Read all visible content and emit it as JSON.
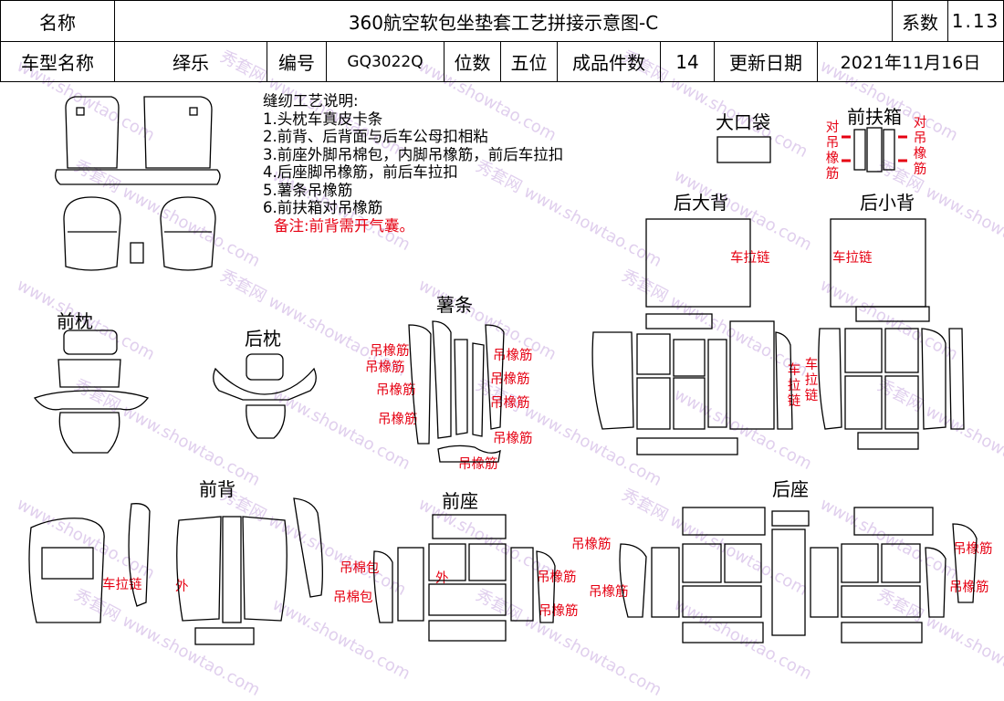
{
  "header": {
    "row1": {
      "name_label": "名称",
      "title": "360航空软包坐垫套工艺拼接示意图-C",
      "coef_label": "系数",
      "coef_value": "1.13"
    },
    "row2": {
      "model_label": "车型名称",
      "model_value": "绎乐",
      "code_label": "编号",
      "code_value": "GQ3022Q",
      "seats_label": "位数",
      "seats_value": "五位",
      "pieces_label": "成品件数",
      "pieces_value": "14",
      "date_label": "更新日期",
      "date_value": "2021年11月16日"
    }
  },
  "notes": {
    "heading": "缝纫工艺说明:",
    "items": [
      "1.头枕车真皮卡条",
      "2.前背、后背面与后车公母扣相粘",
      "3.前座外脚吊棉包，内脚吊橡筋，前后车拉扣",
      "4.后座脚吊橡筋，前后车拉扣",
      "5.薯条吊橡筋",
      "6.前扶箱对吊橡筋"
    ],
    "remark": "备注:前背需开气囊。"
  },
  "sections": {
    "big_pocket": "大口袋",
    "front_armrest": "前扶箱",
    "rear_big_back": "后大背",
    "rear_small_back": "后小背",
    "front_pillow": "前枕",
    "rear_pillow": "后枕",
    "fries": "薯条",
    "front_back": "前背",
    "front_seat": "前座",
    "rear_seat": "后座"
  },
  "annotations": {
    "pair_hang": "对吊橡筋",
    "zipper": "车拉链",
    "elastic": "吊橡筋",
    "cotton": "吊棉包",
    "outer": "外"
  },
  "watermark": {
    "site": "www.showtao.com",
    "brand": "秀套网"
  },
  "colors": {
    "annotation_red": "#e60012",
    "line": "#000000",
    "watermark": "#c8a8e0"
  }
}
